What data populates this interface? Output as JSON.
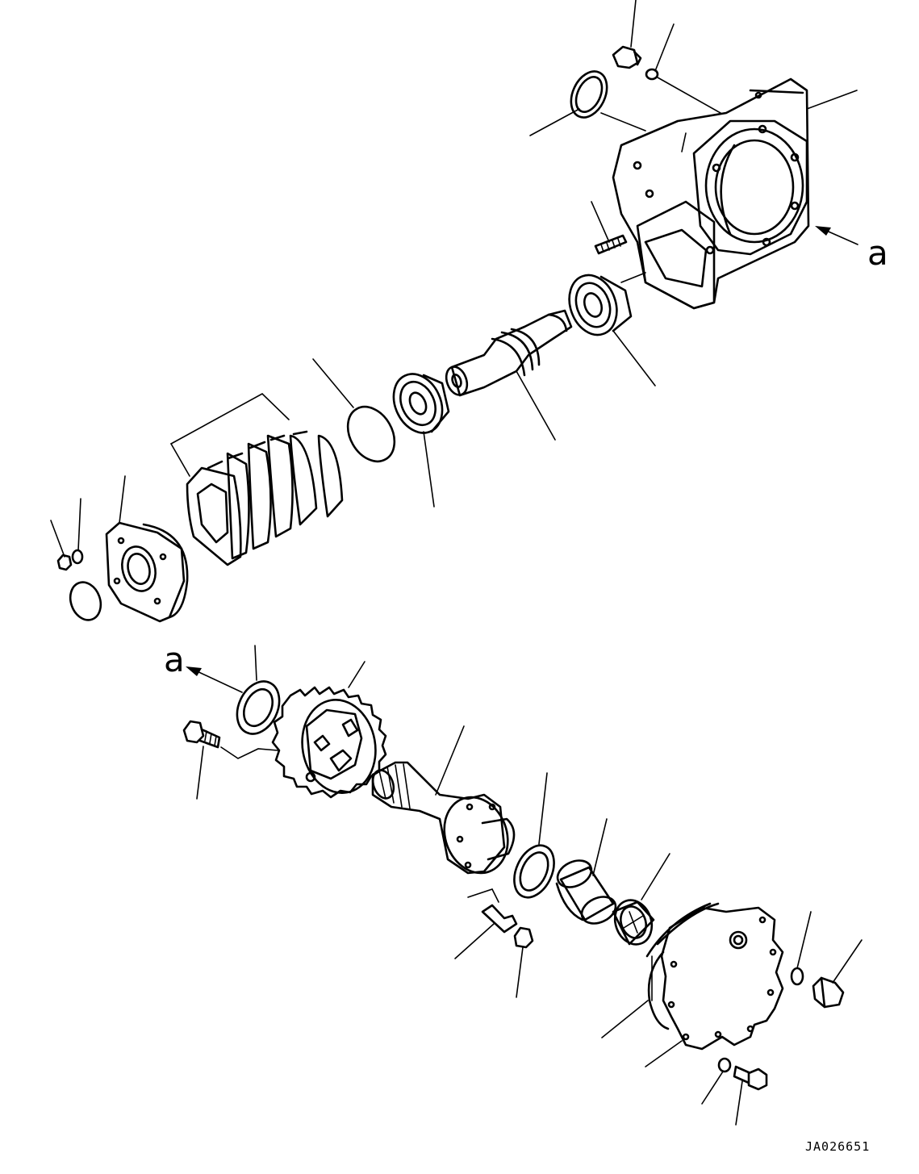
{
  "diagram": {
    "view_reference_top": "a",
    "view_reference_bottom": "a",
    "drawing_code": "JA026651"
  },
  "colors": {
    "ink": "#000000",
    "paper": "#ffffff"
  }
}
